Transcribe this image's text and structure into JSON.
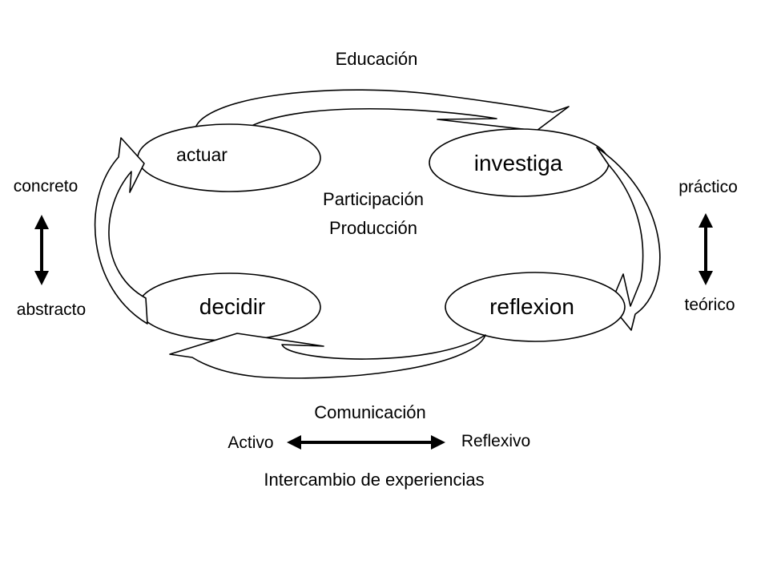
{
  "colors": {
    "stroke": "#000000",
    "fill": "#ffffff",
    "text": "#000000"
  },
  "labels": {
    "top": "Educación",
    "center_line1": "Participación",
    "center_line2": "Producción",
    "bottom": "Comunicación",
    "left_top": "concreto",
    "left_bottom": "abstracto",
    "right_top": "práctico",
    "right_bottom": "teórico",
    "scale_left": "Activo",
    "scale_right": "Reflexivo",
    "footer": "Intercambio de experiencias"
  },
  "nodes": {
    "actuar": "actuar",
    "investiga": "investiga",
    "decidir": "decidir",
    "reflexion": "reflexion"
  },
  "icons": {
    "left_scale": "double-arrow-vertical-icon",
    "right_scale": "double-arrow-vertical-icon",
    "bottom_scale": "double-arrow-horizontal-icon"
  }
}
